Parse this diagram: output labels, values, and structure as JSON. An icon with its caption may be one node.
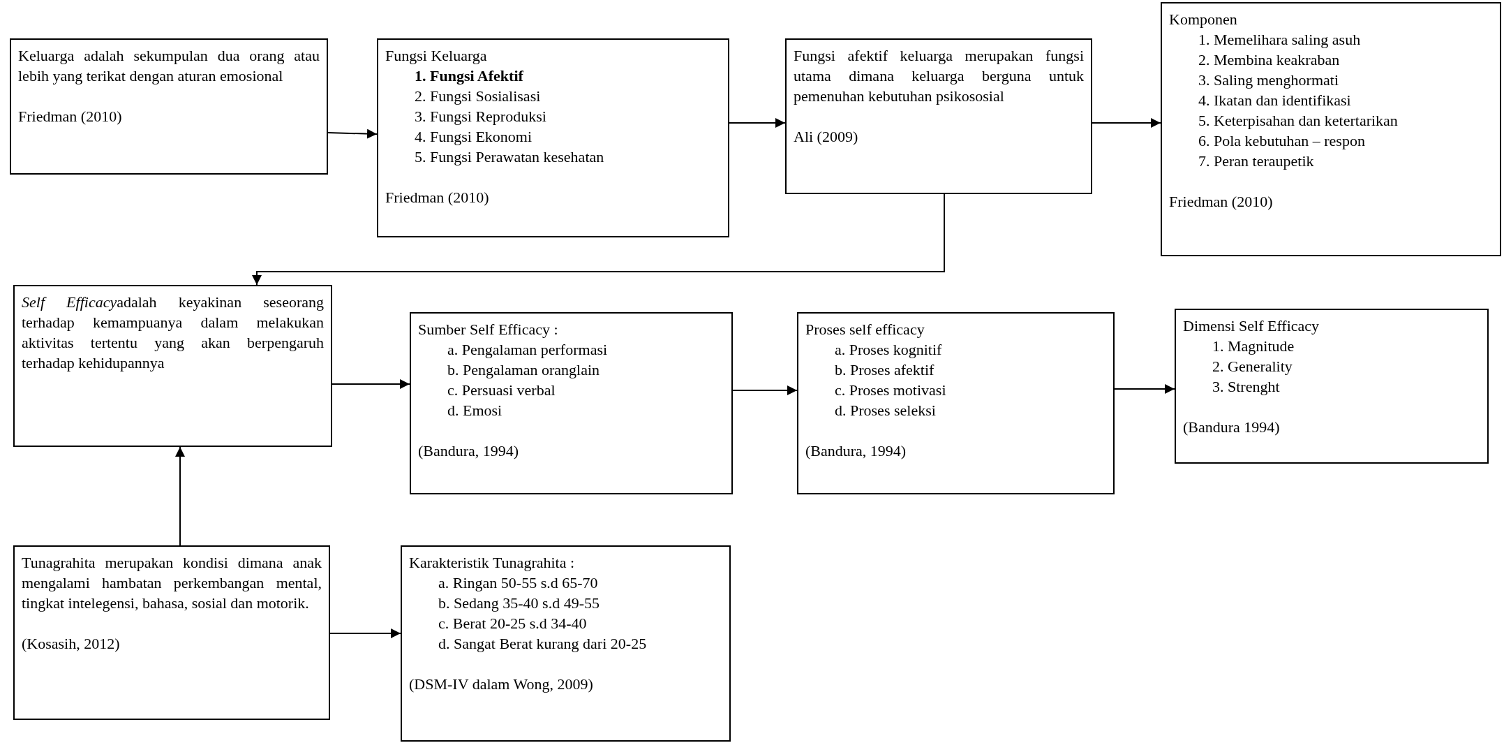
{
  "diagram": {
    "nodes": [
      {
        "text": [
          "Keluarga adalah sekumpulan dua orang atau lebih yang terikat dengan aturan emosional",
          "Friedman (2010)"
        ]
      },
      {
        "text": [
          "Fungsi Keluarga",
          "**1. Fungsi Afektif**",
          "2. Fungsi Sosialisasi",
          "3. Fungsi Reproduksi",
          "4. Fungsi Ekonomi",
          "5. Fungsi Perawatan kesehatan",
          "Friedman (2010)"
        ]
      },
      {
        "text": [
          "Fungsi afektif keluarga merupakan fungsi utama dimana keluarga berguna untuk pemenuhan kebutuhan psikososial",
          "Ali (2009)"
        ]
      },
      {
        "text": [
          "Komponen",
          "1. Memelihara saling asuh",
          "2. Membina keakraban",
          "3. Saling menghormati",
          "4. Ikatan dan identifikasi",
          "5. Keterpisahan dan ketertarikan",
          "6. Pola kebutuhan – respon",
          "7. Peran teraupetik",
          "Friedman (2010)"
        ]
      },
      {
        "text": [
          "Self Efficacy",
          "adalah keyakinan seseorang terhadap kemampuanya dalam melakukan aktivitas tertentu yang akan berpengaruh terhadap kehidupannya"
        ]
      },
      {
        "text": [
          "Sumber Self Efficacy :",
          "a. Pengalaman performasi",
          "b. Pengalaman oranglain",
          "c. Persuasi verbal",
          "d. Emosi",
          "(Bandura, 1994)"
        ]
      },
      {
        "text": [
          "Proses self efficacy",
          "a. Proses kognitif",
          "b. Proses afektif",
          "c. Proses motivasi",
          "d. Proses seleksi",
          "(Bandura, 1994)"
        ]
      },
      {
        "text": [
          "Dimensi Self Efficacy",
          "1. Magnitude",
          "2. Generality",
          "3. Strenght",
          "(Bandura 1994)"
        ]
      },
      {
        "text": [
          "Tunagrahita merupakan kondisi dimana anak mengalami hambatan perkembangan mental, tingkat intelegensi, bahasa, sosial dan motorik.",
          "(Kosasih, 2012)"
        ]
      },
      {
        "text": [
          "Karakteristik Tunagrahita :",
          "a. Ringan 50-55 s.d 65-70",
          "b. Sedang 35-40 s.d 49-55",
          "c. Berat 20-25 s.d 34-40",
          "d. Sangat Berat kurang dari 20-25",
          "(DSM-IV dalam Wong, 2009)"
        ]
      }
    ],
    "edges": [
      {
        "from": 0,
        "to": 1,
        "arrow": "to"
      },
      {
        "from": 1,
        "to": 2,
        "arrow": "to"
      },
      {
        "from": 2,
        "to": 3,
        "arrow": "to"
      },
      {
        "from": 2,
        "to": 4,
        "arrow": "to"
      },
      {
        "from": 4,
        "to": 5,
        "arrow": "to"
      },
      {
        "from": 5,
        "to": 6,
        "arrow": "to"
      },
      {
        "from": 6,
        "to": 7,
        "arrow": "to"
      },
      {
        "from": 8,
        "to": 4,
        "arrow": "to"
      },
      {
        "from": 8,
        "to": 9,
        "arrow": "to"
      }
    ]
  }
}
